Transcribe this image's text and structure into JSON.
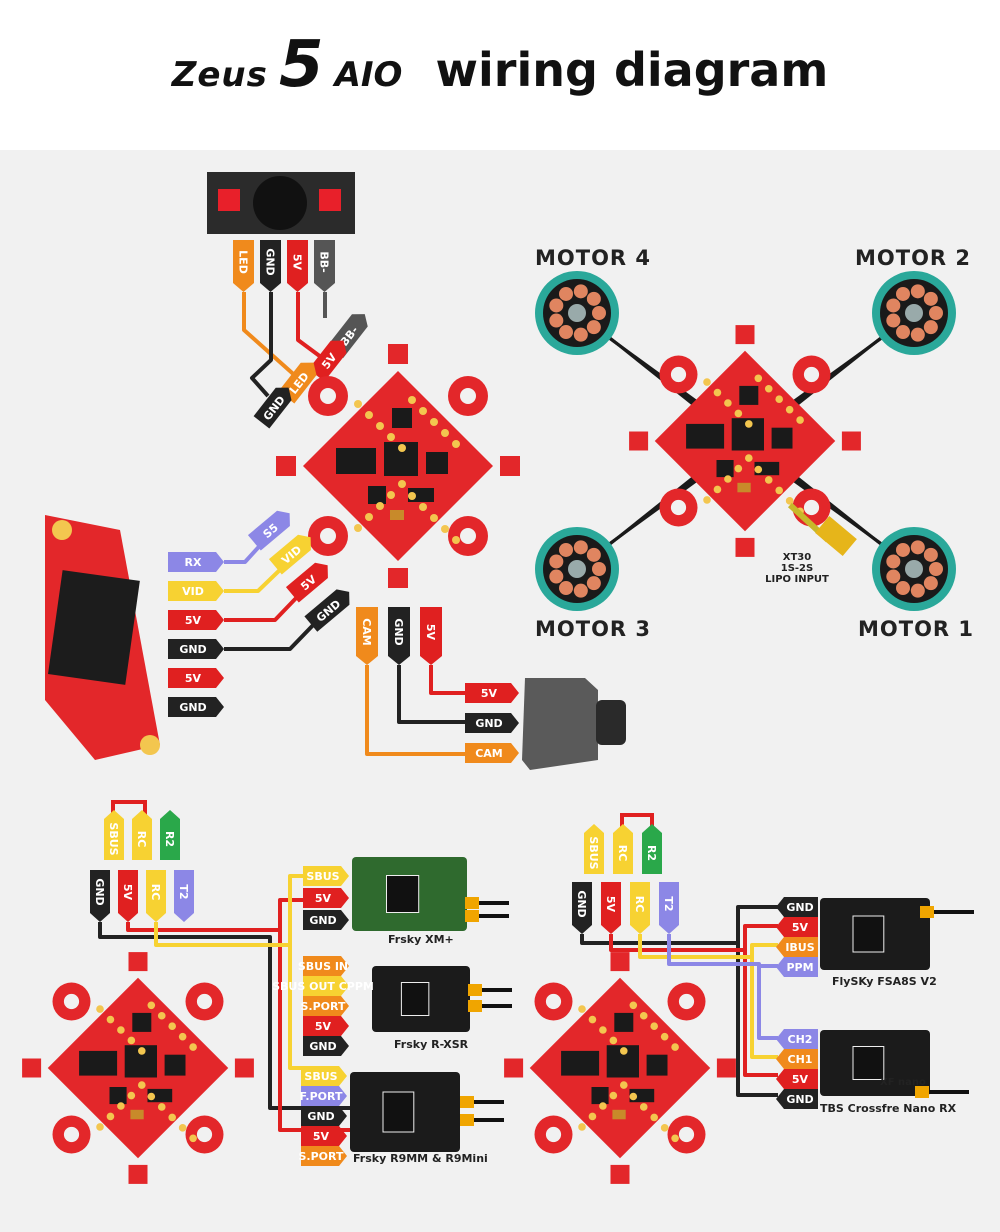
{
  "title": {
    "zeus": "Zeus",
    "five": "5",
    "aio": "AIO",
    "rest": "wiring diagram"
  },
  "buzzer": {
    "pins": [
      "LED",
      "GND",
      "5V",
      "BB-"
    ],
    "tags": [
      "BB-",
      "5V",
      "LED",
      "GND"
    ]
  },
  "vtx": {
    "wires": [
      "RX",
      "VID",
      "5V",
      "GND",
      "5V",
      "GND"
    ],
    "pads": [
      "S5",
      "VID",
      "5V",
      "GND"
    ]
  },
  "camera": {
    "pins": [
      "CAM",
      "GND",
      "5V"
    ],
    "tags": [
      "5V",
      "GND",
      "CAM"
    ]
  },
  "frame": {
    "motors": [
      "MOTOR 4",
      "MOTOR 2",
      "MOTOR 3",
      "MOTOR 1"
    ],
    "battery_note": [
      "XT30",
      "1S-2S",
      "LIPO INPUT"
    ]
  },
  "left_receivers": {
    "pads_top": [
      "SBUS",
      "RC",
      "R2"
    ],
    "pads_bottom": [
      "GND",
      "5V",
      "RC",
      "T2"
    ],
    "xm": {
      "name": "Frsky XM+",
      "pins": [
        "SBUS",
        "5V",
        "GND"
      ]
    },
    "xsr": {
      "name": "Frsky R-XSR",
      "pins": [
        "SBUS IN",
        "SBUS OUT CPPM",
        "S.PORT",
        "5V",
        "GND"
      ]
    },
    "r9": {
      "name": "Frsky R9MM & R9Mini",
      "pins": [
        "SBUS",
        "F.PORT",
        "GND",
        "5V",
        "S.PORT"
      ]
    }
  },
  "right_receivers": {
    "pads_top": [
      "SBUS",
      "RC",
      "R2"
    ],
    "pads_bottom": [
      "GND",
      "5V",
      "RC",
      "T2"
    ],
    "flysky": {
      "name": "FlySKy FSA8S V2",
      "pins": [
        "GND",
        "5V",
        "IBUS",
        "PPM"
      ]
    },
    "tbs": {
      "name": "TBS Crossfre Nano RX",
      "pins": [
        "CH2",
        "CH1",
        "5V",
        "GND"
      ],
      "label": "XF nano"
    }
  },
  "colors": {
    "red": "#e02020",
    "orange": "#f08a1c",
    "yellow": "#f7d232",
    "black": "#222222",
    "gray": "#555555",
    "purple": "#8c87e6",
    "green": "#2aa84a",
    "board": "#e3272a"
  },
  "icons": [
    "buzzer-icon",
    "vtx-icon",
    "camera-icon",
    "motor-icon",
    "board-icon",
    "receiver-icon",
    "antenna-icon",
    "battery-connector-icon"
  ]
}
